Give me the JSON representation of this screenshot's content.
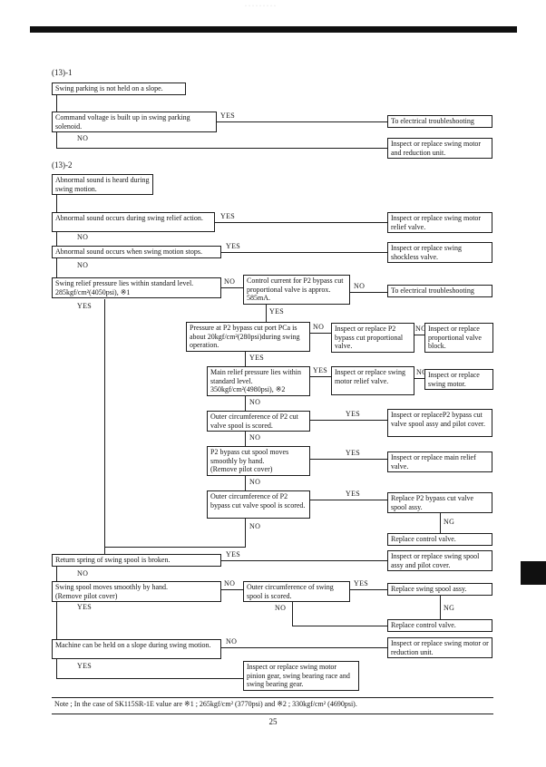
{
  "page": {
    "section1": "(13)-1",
    "section2": "(13)-2",
    "note": "Note ; In the case of SK115SR-1E value are ※1 ; 265kgf/cm² (3770psi) and ※2 ; 330kgf/cm² (4690psi).",
    "page_number": "25",
    "ink_color": "#141414",
    "paper_color": "#ffffff"
  },
  "labels": {
    "yes": "YES",
    "no": "NO",
    "ng": "NG"
  },
  "flow1": {
    "start": "Swing parking is not held on a slope.",
    "command_voltage": "Command voltage is built up in swing parking solenoid.",
    "electrical": "To electrical troubleshooting",
    "motor_reduction": "Inspect or replace swing motor and reduction unit."
  },
  "flow2": {
    "start": "Abnormal sound is heard during swing motion.",
    "sound_during_relief": "Abnormal sound occurs during swing relief action.",
    "motor_relief_valve": "Inspect or replace swing motor relief valve.",
    "sound_when_stops": "Abnormal sound occurs when swing motion stops.",
    "shockless_valve": "Inspect or replace swing shockless valve.",
    "relief_pressure": "Swing relief pressure lies within standard level. 285kgf/cm²(4050psi), ※1",
    "control_current": "Control current for P2 bypass cut proportional valve is approx. 585mA.",
    "electrical": "To electrical troubleshooting",
    "pressure_p2_port": "Pressure at P2 bypass cut port PCa is about 20kgf/cm²(280psi)during swing operation.",
    "p2_proportional_valve": "Inspect or replace P2 bypass cut proportional valve.",
    "proportional_block": "Inspect or replace proportional valve block.",
    "main_relief_pressure": "Main relief pressure lies within standard level. 350kgf/cm²(4980psi), ※2",
    "motor_relief_valve2": "Inspect or replace swing motor relief valve.",
    "swing_motor": "Inspect or replace swing motor.",
    "p2_cut_spool_scored": "Outer circumference of P2 cut valve spool is scored.",
    "p2_spool_assy_pilot": "Inspect or replaceP2 bypass cut valve spool assy and pilot cover.",
    "p2_spool_moves": "P2 bypass cut spool moves smoothly by hand.\n(Remove pilot cover)",
    "main_relief_valve": "Inspect or replace main relief valve.",
    "p2_bypass_spool_scored": "Outer circumference of P2 bypass cut valve spool is scored.",
    "replace_p2_spool_assy": "Replace P2 bypass cut valve spool assy.",
    "replace_control_valve": "Replace control valve.",
    "return_spring": "Return spring of swing spool is broken.",
    "swing_spool_assy_pilot": "Inspect or replace swing spool assy and pilot cover.",
    "swing_spool_moves": "Swing spool moves smoothly by hand.\n(Remove pilot cover)",
    "swing_spool_scored": "Outer circumference of swing spool is scored.",
    "replace_swing_spool_assy": "Replace swing spool assy.",
    "replace_control_valve2": "Replace control valve.",
    "machine_held_slope": "Machine can be held on a slope during swing motion.",
    "motor_reduction": "Inspect or replace swing motor or reduction unit.",
    "pinion_bearing": "Inspect or replace swing motor pinion gear, swing bearing race and swing bearing gear."
  }
}
